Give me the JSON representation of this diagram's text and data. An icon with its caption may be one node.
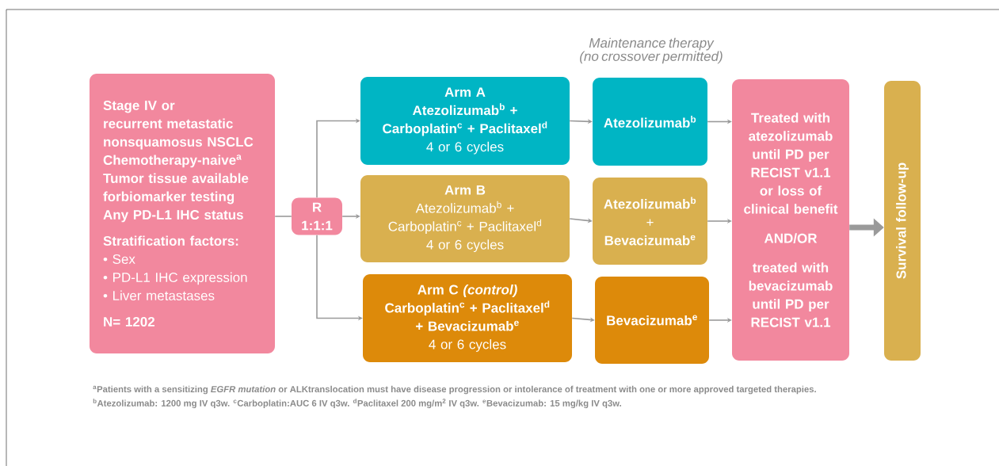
{
  "diagram": {
    "nodes": [
      {
        "text": [
          "Stage IV or",
          "recurrent metastatic nonsquamosus NSCLC",
          "Chemotherapy-naive$^{a}$",
          "Tumor tissue available forbiomarker testing",
          "Any PD-L1 IHC status",
          "Stratification factors:",
          "• Sex",
          "• PD-L1 IHC expression",
          "• Liver metastases",
          "N= 1202"
        ]
      },
      {
        "text": [
          "R",
          "1:1:1"
        ]
      },
      {
        "text": [
          "Arm A",
          "Atezolizumab$^{b}$ +",
          "Carboplatin$^{c}$ + Paclitaxel$^{d}$",
          "4 or 6 cycles"
        ]
      },
      {
        "text": [
          "Arm B",
          "Atezolizumab$^{b}$ +",
          "Carboplatin$^{c}$ + Paclitaxel$^{d}$",
          "4 or 6 cycles"
        ]
      },
      {
        "text": [
          "Arm C *(control)*",
          "Carboplatin$^{c}$ + Paclitaxel$^{d}$",
          "+ Bevacizumab$^{e}$",
          "4 or 6 cycles"
        ]
      },
      {
        "text": [
          "Atezolizumab$^{b}$"
        ]
      },
      {
        "text": [
          "Atezolizumab$^{b}$",
          "+",
          "Bevacizumab$^{e}$"
        ]
      },
      {
        "text": [
          "Bevacizumab$^{e}$"
        ]
      },
      {
        "text": [
          "Treated with atezolizumab until PD per RECIST v1.1 or loss of clinical benefit",
          "AND/OR",
          "treated with bevacizumab until PD per RECIST v1.1"
        ]
      },
      {
        "text": [
          "Survival follow-up"
        ]
      }
    ],
    "edges": [
      {
        "from": 0,
        "to": 1,
        "arrow": "none"
      },
      {
        "from": 1,
        "to": 2,
        "arrow": "to"
      },
      {
        "from": 1,
        "to": 3,
        "arrow": "to"
      },
      {
        "from": 1,
        "to": 4,
        "arrow": "to"
      },
      {
        "from": 2,
        "to": 5,
        "arrow": "to"
      },
      {
        "from": 3,
        "to": 6,
        "arrow": "to"
      },
      {
        "from": 4,
        "to": 7,
        "arrow": "to"
      },
      {
        "from": 5,
        "to": 8,
        "arrow": "to"
      },
      {
        "from": 6,
        "to": 8,
        "arrow": "to"
      },
      {
        "from": 7,
        "to": 8,
        "arrow": "to"
      },
      {
        "from": 8,
        "to": 9,
        "arrow": "to",
        "style": "thick"
      }
    ],
    "labels": [
      "Maintenance therapy (no crossover permitted)",
      "$^{a}$Patients with a sensitizing *EGFR mutation* or ALKtranslocation must have disease progression or intolerance of treatment with one or more approved targeted therapies.",
      "$^{b}$Atezolizumab: 1200 mg IV q3w. $^{c}$Carboplatin:AUC 6 IV q3w. $^{d}$Paclitaxel 200 mg/m$^{2}$ IV q3w. $^{e}$Bevacizumab: 15 mg/kg IV q3w."
    ]
  }
}
